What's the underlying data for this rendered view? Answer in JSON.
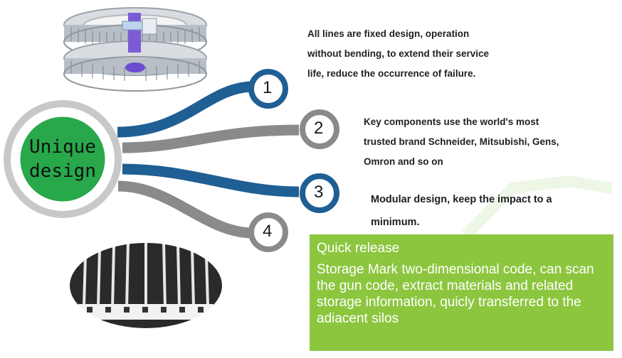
{
  "hub": {
    "line1": "Unique",
    "line2": "design"
  },
  "numbers": [
    "1",
    "2",
    "3",
    "4"
  ],
  "features": [
    {
      "text_lines": [
        "All lines are fixed design, operation",
        "without bending, to extend their service",
        "life, reduce the occurrence of failure."
      ]
    },
    {
      "text_lines": [
        "Key components use the world's most",
        "trusted brand Schneider, Mitsubishi, Gens,",
        "Omron and so on"
      ]
    },
    {
      "text_lines": [
        "Modular design, keep the impact to a",
        "minimum."
      ]
    }
  ],
  "quick_release": {
    "title": "Quick release",
    "body": "Storage Mark two-dimensional code, can scan the gun code, extract materials and related storage information, quicly transferred to the adiacent silos"
  },
  "colors": {
    "blue": "#1f5f94",
    "gray": "#8a8a8a",
    "green": "#8cc63f",
    "hub_green": "#28a84a",
    "hub_ring": "#c8c8c8"
  },
  "images": [
    "storage-tower-image",
    "reel-rack-image"
  ]
}
